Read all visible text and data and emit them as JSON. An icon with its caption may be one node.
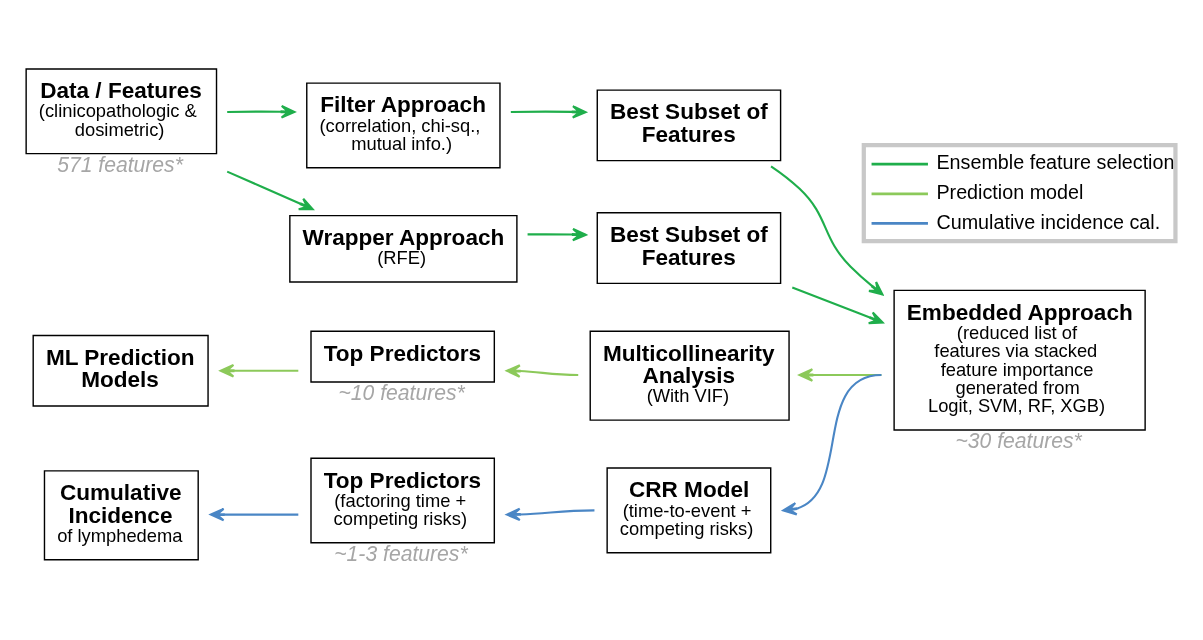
{
  "diagram": {
    "nodes": [
      {
        "text": [
          "Data / Features",
          "(clinicopathologic & dosimetric)"
        ],
        "beside": [
          "571 features*"
        ]
      },
      {
        "text": [
          "Filter Approach",
          "(correlation, chi-sq., mutual info.)"
        ]
      },
      {
        "text": [
          "Best Subset of Features"
        ]
      },
      {
        "text": [
          "Wrapper Approach",
          "(RFE)"
        ]
      },
      {
        "text": [
          "Best Subset of Features"
        ]
      },
      {
        "text": [
          "Embedded Approach",
          "(reduced list of features via stacked feature importance generated from Logit, SVM, RF, XGB)"
        ],
        "beside": [
          "~30 features*"
        ]
      },
      {
        "text": [
          "ML Prediction Models"
        ]
      },
      {
        "text": [
          "Top Predictors"
        ],
        "beside": [
          "~10 features*"
        ]
      },
      {
        "text": [
          "Multicollinearity Analysis",
          "(With VIF)"
        ]
      },
      {
        "text": [
          "Cumulative Incidence",
          "of lymphedema"
        ]
      },
      {
        "text": [
          "Top Predictors",
          "(factoring time + competing risks)"
        ],
        "beside": [
          "~1-3 features*"
        ]
      },
      {
        "text": [
          "CRR Model",
          "(time-to-event + competing risks)"
        ]
      }
    ],
    "edges": [
      {
        "from": 0,
        "to": 1,
        "arrow": "to",
        "color": "#1fae4b"
      },
      {
        "from": 0,
        "to": 3,
        "arrow": "to",
        "color": "#1fae4b"
      },
      {
        "from": 1,
        "to": 2,
        "arrow": "to",
        "color": "#1fae4b"
      },
      {
        "from": 3,
        "to": 4,
        "arrow": "to",
        "color": "#1fae4b"
      },
      {
        "from": 2,
        "to": 5,
        "arrow": "to",
        "color": "#1fae4b"
      },
      {
        "from": 4,
        "to": 5,
        "arrow": "to",
        "color": "#1fae4b"
      },
      {
        "from": 5,
        "to": 8,
        "arrow": "to",
        "color": "#8cc95a"
      },
      {
        "from": 8,
        "to": 7,
        "arrow": "to",
        "color": "#8cc95a"
      },
      {
        "from": 7,
        "to": 6,
        "arrow": "to",
        "color": "#8cc95a"
      },
      {
        "from": 5,
        "to": 11,
        "arrow": "to",
        "color": "#4a86c5"
      },
      {
        "from": 11,
        "to": 10,
        "arrow": "to",
        "color": "#4a86c5"
      },
      {
        "from": 10,
        "to": 9,
        "arrow": "to",
        "color": "#4a86c5"
      }
    ],
    "legend": [
      {
        "text": "Ensemble feature selection"
      },
      {
        "text": "Prediction model"
      },
      {
        "text": "Cumulative incidence cal."
      }
    ]
  }
}
